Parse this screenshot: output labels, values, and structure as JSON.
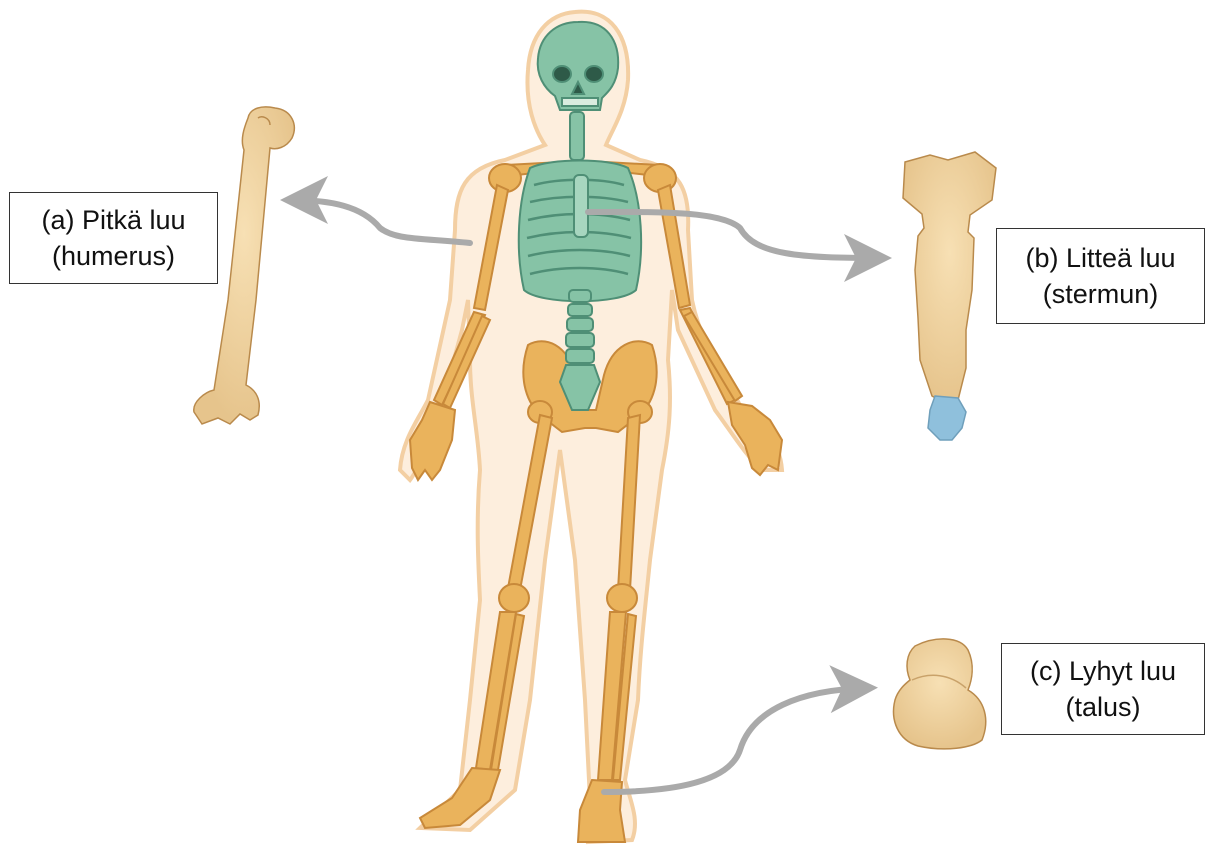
{
  "labels": {
    "a": {
      "line1": "(a) Pitkä luu",
      "line2": "(humerus)"
    },
    "b": {
      "line1": "(b) Litteä luu",
      "line2": "(stermun)"
    },
    "c": {
      "line1": "(c) Lyhyt luu",
      "line2": "(talus)"
    }
  },
  "colors": {
    "bone": "#eab35c",
    "bone_dark": "#c8893a",
    "axial_skeleton": "#86c3a6",
    "axial_dark": "#4f8f76",
    "body_outline": "#f8dcb8",
    "body_fill": "#fdeedd",
    "arrow": "#aaaaaa",
    "cartilage": "#8fc0dc"
  },
  "icons": [
    "skeleton-figure",
    "humerus-bone",
    "sternum-bone",
    "talus-bone",
    "pointer-arrow"
  ]
}
